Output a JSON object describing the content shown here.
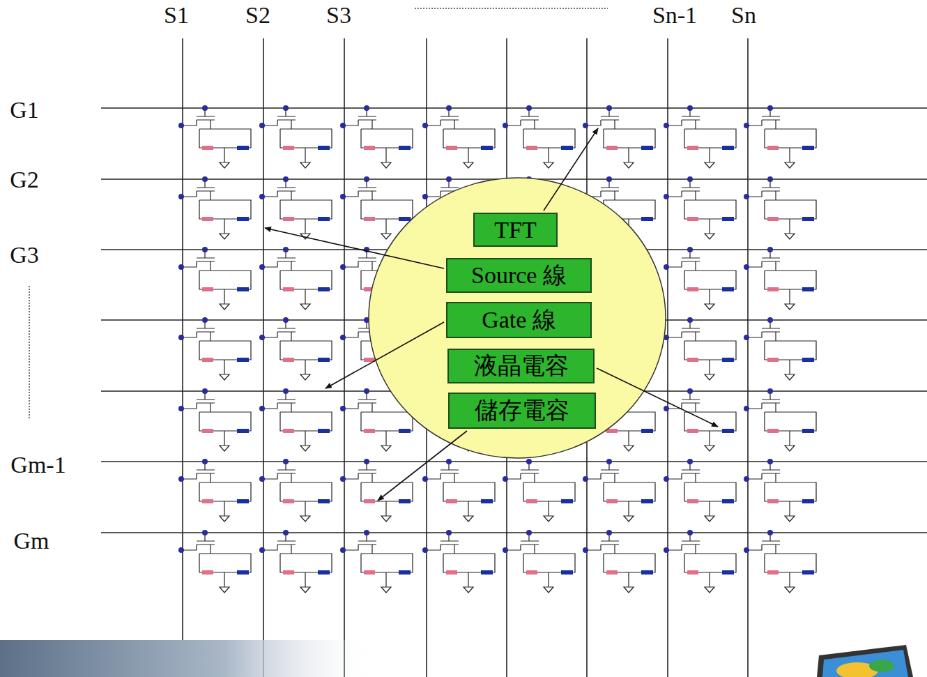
{
  "diagram": {
    "nodes": [
      {
        "text": [
          "TFT"
        ]
      },
      {
        "text": [
          "Source 線"
        ]
      },
      {
        "text": [
          "Gate 線"
        ]
      },
      {
        "text": [
          "液晶電容"
        ]
      },
      {
        "text": [
          "儲存電容"
        ]
      }
    ],
    "labels": [
      "S1",
      "S2",
      "S3",
      "Sn-1",
      "Sn",
      "G1",
      "G2",
      "G3",
      "Gm-1",
      "Gm"
    ]
  }
}
